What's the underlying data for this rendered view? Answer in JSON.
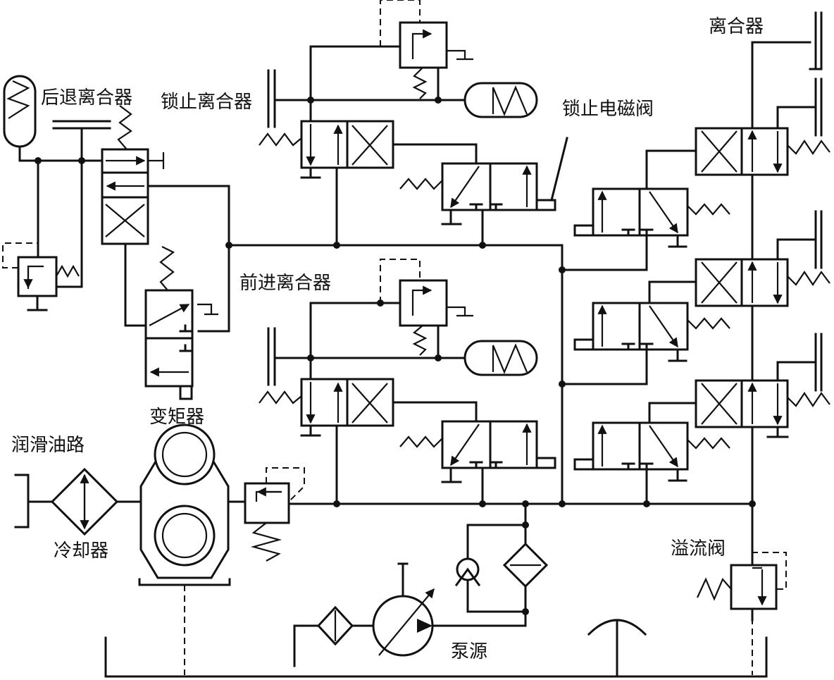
{
  "labels": {
    "reverse_clutch": "后退离合器",
    "lockup_clutch": "锁止离合器",
    "lockup_solenoid": "锁止电磁阀",
    "clutch": "离合器",
    "forward_clutch": "前进离合器",
    "torque_converter": "变矩器",
    "lube_circuit": "润滑油路",
    "cooler": "冷却器",
    "relief_valve": "溢流阀",
    "pump_source": "泵源"
  }
}
